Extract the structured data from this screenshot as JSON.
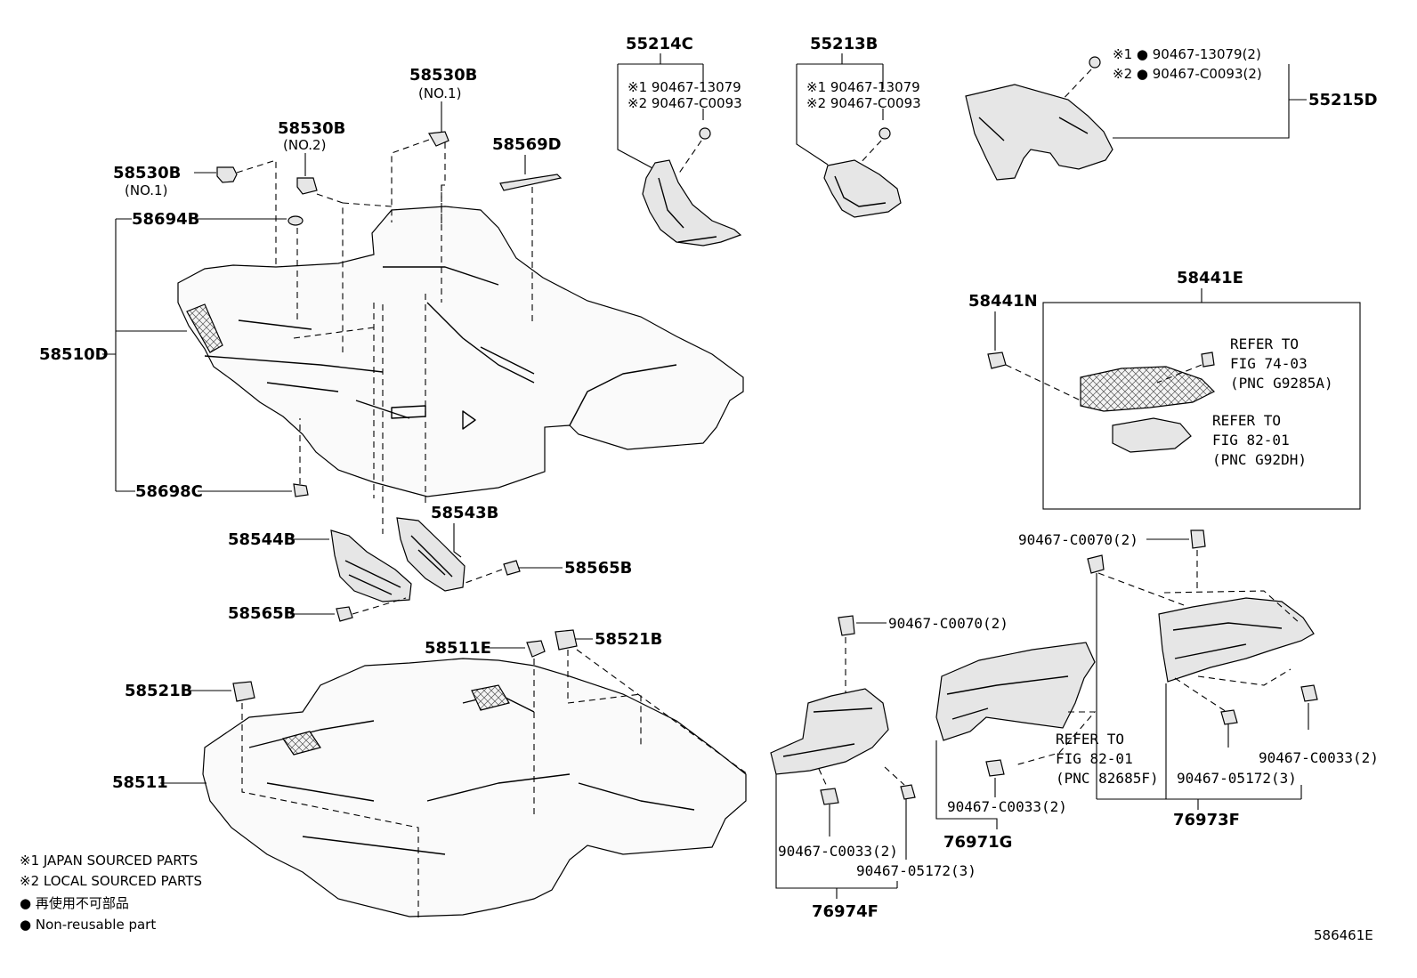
{
  "labels": {
    "p55214C": "55214C",
    "p55213B": "55213B",
    "p55215D": "55215D",
    "p58530B_a": "58530B",
    "p58530B_a_sub": "(NO.1)",
    "p58530B_b": "58530B",
    "p58530B_b_sub": "(NO.2)",
    "p58530B_c": "58530B",
    "p58530B_c_sub": "(NO.1)",
    "p58569D": "58569D",
    "p58694B": "58694B",
    "p58510D": "58510D",
    "p58698C": "58698C",
    "p58543B": "58543B",
    "p58544B": "58544B",
    "p58565B_a": "58565B",
    "p58565B_b": "58565B",
    "p58511E": "58511E",
    "p58521B_a": "58521B",
    "p58521B_b": "58521B",
    "p58511": "58511",
    "p58441N": "58441N",
    "p58441E": "58441E",
    "p76974F": "76974F",
    "p76971G": "76971G",
    "p76973F": "76973F"
  },
  "clip_notes": {
    "n55214C_1": "※1 90467-13079",
    "n55214C_2": "※2 90467-C0093",
    "n55213B_1": "※1 90467-13079",
    "n55213B_2": "※2 90467-C0093",
    "n55215D_1": "※1 ● 90467-13079(2)",
    "n55215D_2": "※2 ● 90467-C0093(2)"
  },
  "fastener_labels": {
    "f_c0070_a": "90467-C0070(2)",
    "f_c0070_b": "90467-C0070(2)",
    "f_c0033_a": "90467-C0033(2)",
    "f_05172_a": "90467-05172(3)",
    "f_c0033_b": "90467-C0033(2)",
    "f_c0033_c": "90467-C0033(2)",
    "f_05172_b": "90467-05172(3)"
  },
  "refer_boxes": {
    "r1_line1": "REFER TO",
    "r1_line2": "FIG 74-03",
    "r1_line3": "(PNC G9285A)",
    "r2_line1": "REFER TO",
    "r2_line2": "FIG 82-01",
    "r2_line3": "(PNC G92DH)",
    "r3_line1": "REFER TO",
    "r3_line2": "FIG 82-01",
    "r3_line3": "(PNC 82685F)"
  },
  "legend": {
    "line1": "※1 JAPAN SOURCED PARTS",
    "line2": "※2 LOCAL SOURCED PARTS",
    "line3": "● 再使用不可部品",
    "line4": "● Non-reusable part"
  },
  "figure_id": "586461E"
}
